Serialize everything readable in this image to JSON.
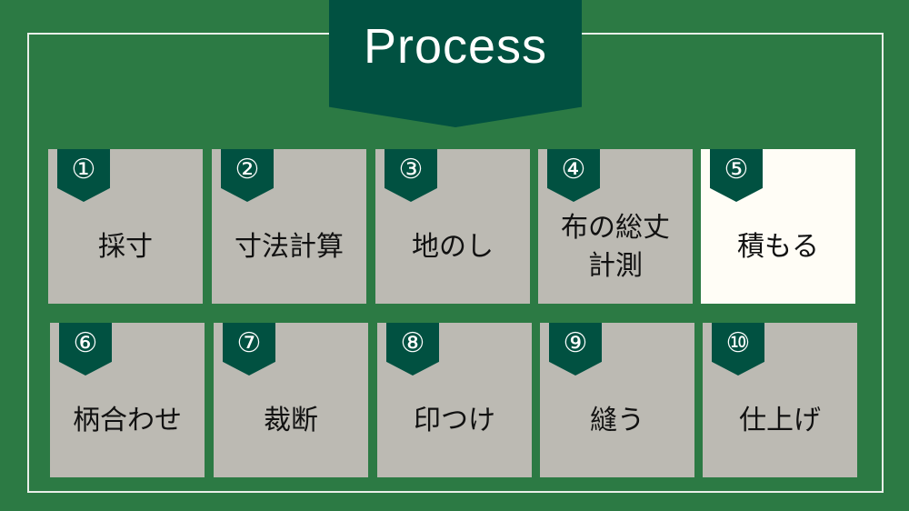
{
  "title": "Process",
  "steps": [
    {
      "num": "①",
      "label": "採寸"
    },
    {
      "num": "②",
      "label": "寸法計算"
    },
    {
      "num": "③",
      "label": "地のし"
    },
    {
      "num": "④",
      "label": "布の総丈\n計測"
    },
    {
      "num": "⑤",
      "label": "積もる"
    },
    {
      "num": "⑥",
      "label": "柄合わせ"
    },
    {
      "num": "⑦",
      "label": "裁断"
    },
    {
      "num": "⑧",
      "label": "印つけ"
    },
    {
      "num": "⑨",
      "label": "縫う"
    },
    {
      "num": "⑩",
      "label": "仕上げ"
    }
  ],
  "colors": {
    "background": "#2c7a44",
    "banner": "#015141",
    "card": "#bcbab3",
    "card_highlight": "#fffdf6"
  }
}
